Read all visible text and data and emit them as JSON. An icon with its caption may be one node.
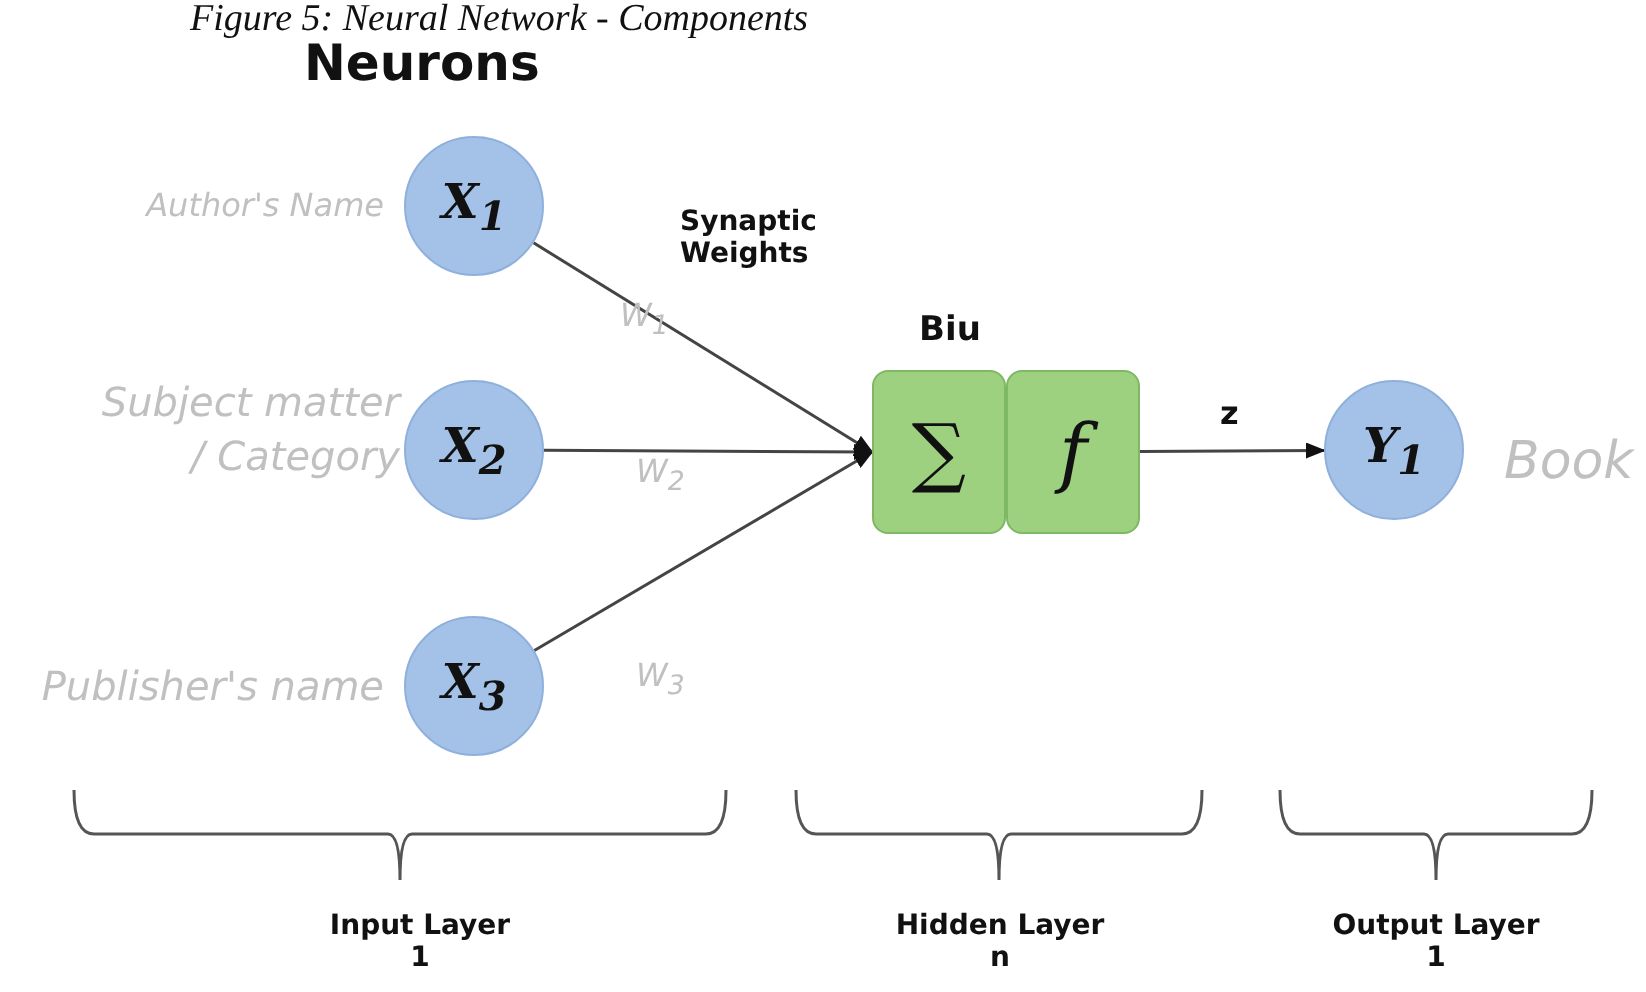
{
  "diagram": {
    "title": "Neurons",
    "caption": "Figure 5: Neural Network - Components",
    "nodes": [
      {
        "text": [
          "X$_{1}$"
        ],
        "beside": [
          "Author's Name"
        ]
      },
      {
        "text": [
          "X$_{2}$"
        ],
        "beside": [
          "Subject matter / Category"
        ]
      },
      {
        "text": [
          "X$_{3}$"
        ],
        "beside": [
          "Publisher's name"
        ]
      },
      {
        "text": [
          "∑"
        ]
      },
      {
        "text": [
          "f"
        ]
      },
      {
        "text": [
          "Y$_{1}$"
        ],
        "beside": [
          "Book"
        ]
      }
    ],
    "edges": [
      {
        "from": 0,
        "to": 3,
        "arrow": "to",
        "label": "W$_{1}$"
      },
      {
        "from": 1,
        "to": 3,
        "arrow": "to",
        "label": "W$_{2}$"
      },
      {
        "from": 2,
        "to": 3,
        "arrow": "to",
        "label": "W$_{3}$"
      },
      {
        "from": 4,
        "to": 5,
        "arrow": "to",
        "label": "z"
      }
    ],
    "labels": [
      "Synaptic Weights",
      "Biu",
      "Input Layer 1",
      "Hidden Layer n",
      "Output Layer 1"
    ]
  }
}
